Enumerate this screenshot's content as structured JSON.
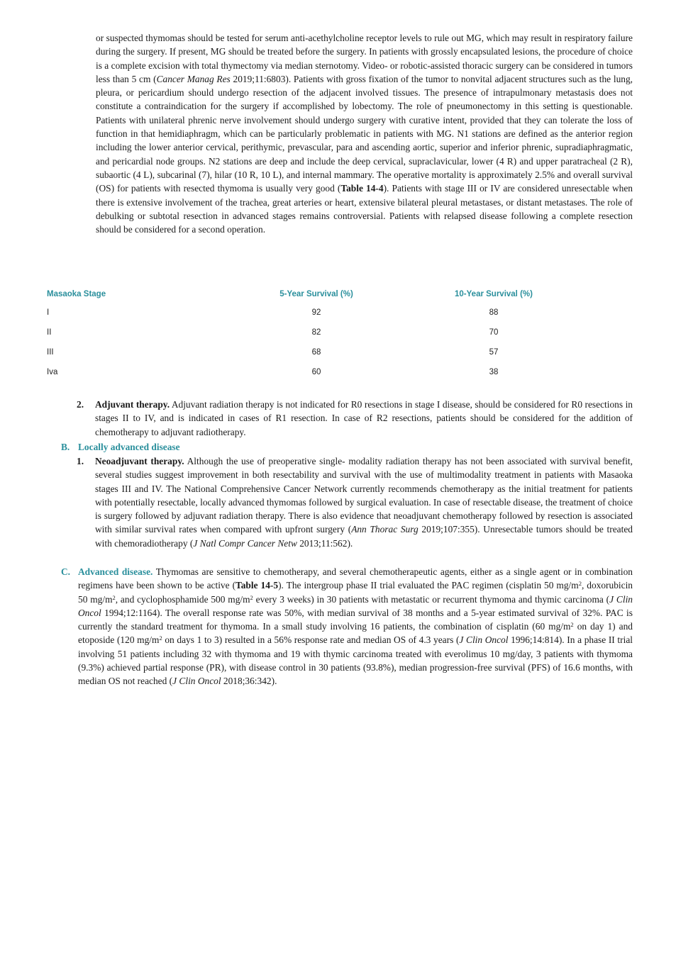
{
  "intro": {
    "p1": "or suspected thymomas should be tested for serum anti-acethylcholine receptor levels to rule out MG, which may result in respiratory failure during the surgery. If present, MG should be treated before the surgery. In patients with grossly encapsulated lesions, the procedure of choice is a complete excision with total thymectomy via median sternotomy. Video- or robotic-assisted thoracic surgery can be considered in tumors less than 5 cm (",
    "cite1": "Cancer Manag Res",
    "p2": " 2019;11:6803). Patients with gross fixation of the tumor to nonvital adjacent structures such as the lung, pleura, or pericardium should undergo resection of the adjacent involved tissues. The presence of intrapulmonary metastasis does not constitute a contraindication for the surgery if accomplished by lobectomy. The role of pneumonectomy in this setting is questionable. Patients with unilateral phrenic nerve involvement should undergo surgery with curative intent, provided that they can tolerate the loss of function in that hemidiaphragm, which can be particularly problematic in patients with MG. N1 stations are defined as the anterior region including the lower anterior cervical, perithymic, prevascular, para and ascending aortic, superior and inferior phrenic, supradiaphragmatic, and pericardial node groups. N2 stations are deep and include the deep cervical, supraclavicular, lower (4 R) and upper paratracheal (2 R), subaortic (4 L), subcarinal (7), hilar (10 R, 10 L), and internal mammary. The operative mortality is approximately 2.5% and overall survival (OS) for patients with resected thymoma is usually very good (",
    "table_ref": "Table 14-4",
    "p3": "). Patients with stage III or IV are considered unresectable when there is extensive involvement of the trachea, great arteries or heart, extensive bilateral pleural metastases, or distant metastases. The role of debulking or subtotal resection in advanced stages remains controversial. Patients with relapsed disease following a complete resection should be considered for a second operation."
  },
  "survival_table": {
    "headers": [
      "Masaoka Stage",
      "5-Year Survival (%)",
      "10-Year Survival (%)"
    ],
    "rows": [
      {
        "stage": "I",
        "five": "92",
        "ten": "88"
      },
      {
        "stage": "II",
        "five": "82",
        "ten": "70"
      },
      {
        "stage": "III",
        "five": "68",
        "ten": "57"
      },
      {
        "stage": "Iva",
        "five": "60",
        "ten": "38"
      }
    ]
  },
  "adjuvant": {
    "num": "2.",
    "title": "Adjuvant therapy.",
    "text": " Adjuvant radiation therapy is not indicated for R0 resections in stage I disease, should be considered for R0 resections in stages II to IV, and is indicated in cases of R1 resection. In case of R2 resections, patients should be considered for the addition of chemotherapy to adjuvant radiotherapy."
  },
  "section_b": {
    "letter": "B.",
    "heading": "Locally advanced disease"
  },
  "neoadjuvant": {
    "num": "1.",
    "title": "Neoadjuvant therapy.",
    "text1": " Although the use of preoperative single- modality radiation therapy has not been associated with survival benefit, several studies suggest improvement in both resectability and survival with the use of multimodality treatment in patients with Masaoka stages III and IV. The National Comprehensive Cancer Network currently recommends chemotherapy as the initial treatment for patients with potentially resectable, locally advanced thymomas followed by surgical evaluation. In case of resectable disease, the treatment of choice is surgery followed by adjuvant radiation therapy. There is also evidence that neoadjuvant chemotherapy followed by resection is associated with similar survival rates when compared with upfront surgery (",
    "cite1": "Ann Thorac Surg",
    "text2": " 2019;107:355). Unresectable tumors should be treated with chemoradiotherapy (",
    "cite2": "J Natl Compr Cancer Netw",
    "text3": " 2013;11:562)."
  },
  "section_c": {
    "letter": "C.",
    "heading": "Advanced disease.",
    "t1": " Thymomas are sensitive to chemotherapy, and several chemotherapeutic agents, either as a single agent or in combination regimens have been shown to be active (",
    "table_ref": "Table 14-5",
    "t2": "). The intergroup phase II trial evaluated the PAC regimen (cisplatin 50 mg/m",
    "t3": ", doxorubicin 50 mg/m",
    "t4": ", and cyclophosphamide 500 mg/m",
    "t5": " every 3 weeks) in 30 patients with metastatic or recurrent thymoma and thymic carcinoma (",
    "cite1": "J Clin Oncol",
    "t6": " 1994;12:1164). The overall response rate was 50%, with median survival of 38 months and a 5-year estimated survival of 32%. PAC is currently the standard treatment for thymoma. In a small study involving 16 patients, the combination of cisplatin (60 mg/m",
    "t7": " on day 1) and etoposide (120 mg/m",
    "t8": " on days 1 to 3) resulted in a 56% response rate and median OS of 4.3 years (",
    "cite2": "J Clin Oncol",
    "t9": " 1996;14:814). In a phase II trial involving 51 patients including 32 with thymoma and 19 with thymic carcinoma treated with everolimus 10 mg/day, 3 patients with thymoma (9.3%) achieved partial response (PR), with disease control in 30 patients (93.8%), median progression-free survival (PFS) of 16.6 months, with median OS not reached (",
    "cite3": "J Clin Oncol",
    "t10": " 2018;36:342).",
    "sup": "2"
  }
}
